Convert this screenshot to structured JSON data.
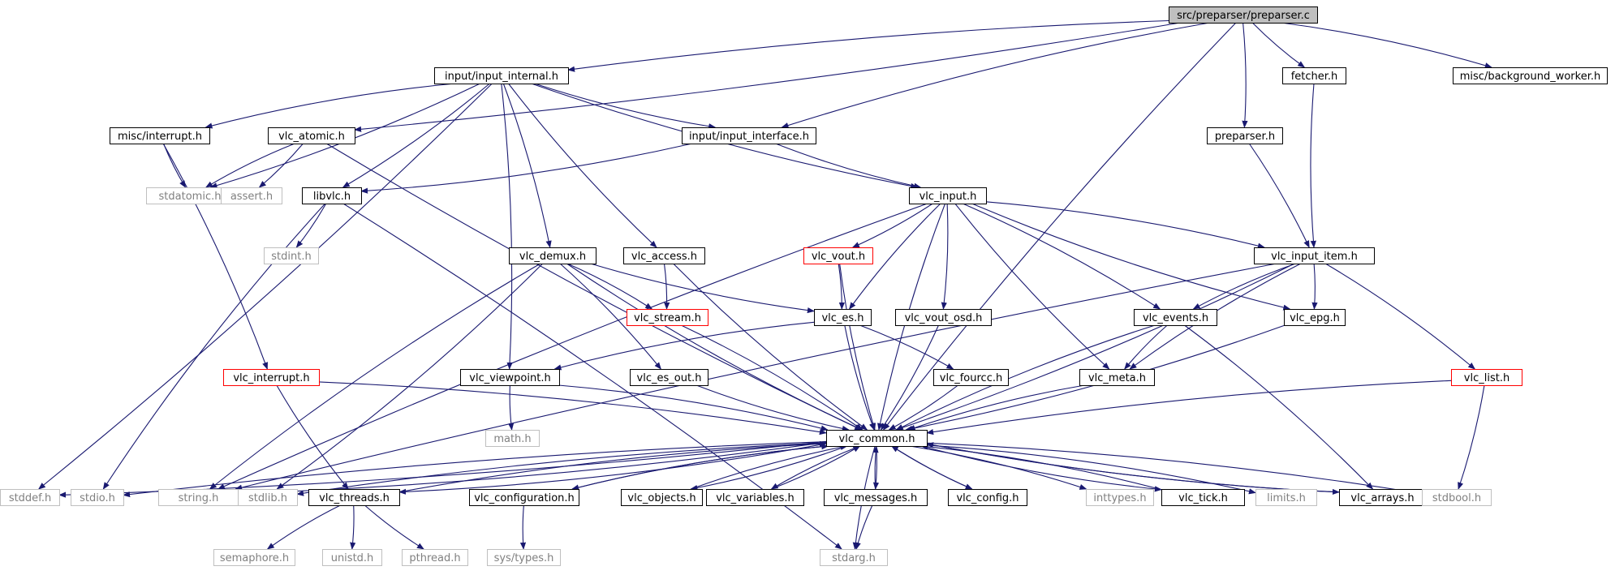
{
  "diagram": {
    "colors": {
      "edge": "#191970",
      "node_border": "#000000",
      "root_fill": "#bfbfbf",
      "missing_border": "#bfbfbf",
      "missing_text": "#808080",
      "truncated_border": "#ff0000",
      "node_fill": "#ffffff",
      "text": "#000000"
    },
    "nodes": [
      {
        "id": "root",
        "label": "src/preparser/preparser.c",
        "kind": "root"
      },
      {
        "id": "input_internal",
        "label": "input/input_internal.h",
        "kind": "normal"
      },
      {
        "id": "fetcher",
        "label": "fetcher.h",
        "kind": "normal"
      },
      {
        "id": "background_worker",
        "label": "misc/background_worker.h",
        "kind": "normal"
      },
      {
        "id": "misc_interrupt",
        "label": "misc/interrupt.h",
        "kind": "normal"
      },
      {
        "id": "vlc_atomic",
        "label": "vlc_atomic.h",
        "kind": "normal"
      },
      {
        "id": "input_interface",
        "label": "input/input_interface.h",
        "kind": "normal"
      },
      {
        "id": "preparser_h",
        "label": "preparser.h",
        "kind": "normal"
      },
      {
        "id": "stdatomic",
        "label": "stdatomic.h",
        "kind": "missing"
      },
      {
        "id": "assert",
        "label": "assert.h",
        "kind": "missing"
      },
      {
        "id": "libvlc",
        "label": "libvlc.h",
        "kind": "normal"
      },
      {
        "id": "vlc_input",
        "label": "vlc_input.h",
        "kind": "normal"
      },
      {
        "id": "stdint",
        "label": "stdint.h",
        "kind": "missing"
      },
      {
        "id": "vlc_demux",
        "label": "vlc_demux.h",
        "kind": "normal"
      },
      {
        "id": "vlc_access",
        "label": "vlc_access.h",
        "kind": "normal"
      },
      {
        "id": "vlc_vout",
        "label": "vlc_vout.h",
        "kind": "truncated"
      },
      {
        "id": "vlc_input_item",
        "label": "vlc_input_item.h",
        "kind": "normal"
      },
      {
        "id": "vlc_stream",
        "label": "vlc_stream.h",
        "kind": "truncated"
      },
      {
        "id": "vlc_es",
        "label": "vlc_es.h",
        "kind": "normal"
      },
      {
        "id": "vlc_vout_osd",
        "label": "vlc_vout_osd.h",
        "kind": "normal"
      },
      {
        "id": "vlc_events",
        "label": "vlc_events.h",
        "kind": "normal"
      },
      {
        "id": "vlc_epg",
        "label": "vlc_epg.h",
        "kind": "normal"
      },
      {
        "id": "vlc_interrupt",
        "label": "vlc_interrupt.h",
        "kind": "truncated"
      },
      {
        "id": "vlc_viewpoint",
        "label": "vlc_viewpoint.h",
        "kind": "normal"
      },
      {
        "id": "vlc_es_out",
        "label": "vlc_es_out.h",
        "kind": "normal"
      },
      {
        "id": "vlc_fourcc",
        "label": "vlc_fourcc.h",
        "kind": "normal"
      },
      {
        "id": "vlc_meta",
        "label": "vlc_meta.h",
        "kind": "normal"
      },
      {
        "id": "vlc_list",
        "label": "vlc_list.h",
        "kind": "truncated"
      },
      {
        "id": "math",
        "label": "math.h",
        "kind": "missing"
      },
      {
        "id": "vlc_common",
        "label": "vlc_common.h",
        "kind": "normal"
      },
      {
        "id": "stddef",
        "label": "stddef.h",
        "kind": "missing"
      },
      {
        "id": "stdio",
        "label": "stdio.h",
        "kind": "missing"
      },
      {
        "id": "string",
        "label": "string.h",
        "kind": "missing"
      },
      {
        "id": "stdlib",
        "label": "stdlib.h",
        "kind": "missing"
      },
      {
        "id": "vlc_threads",
        "label": "vlc_threads.h",
        "kind": "normal"
      },
      {
        "id": "vlc_configuration",
        "label": "vlc_configuration.h",
        "kind": "normal"
      },
      {
        "id": "vlc_objects",
        "label": "vlc_objects.h",
        "kind": "normal"
      },
      {
        "id": "vlc_variables",
        "label": "vlc_variables.h",
        "kind": "normal"
      },
      {
        "id": "vlc_messages",
        "label": "vlc_messages.h",
        "kind": "normal"
      },
      {
        "id": "vlc_config",
        "label": "vlc_config.h",
        "kind": "normal"
      },
      {
        "id": "inttypes",
        "label": "inttypes.h",
        "kind": "missing"
      },
      {
        "id": "vlc_tick",
        "label": "vlc_tick.h",
        "kind": "normal"
      },
      {
        "id": "limits",
        "label": "limits.h",
        "kind": "missing"
      },
      {
        "id": "vlc_arrays",
        "label": "vlc_arrays.h",
        "kind": "normal"
      },
      {
        "id": "stdbool",
        "label": "stdbool.h",
        "kind": "missing"
      },
      {
        "id": "semaphore",
        "label": "semaphore.h",
        "kind": "missing"
      },
      {
        "id": "unistd",
        "label": "unistd.h",
        "kind": "missing"
      },
      {
        "id": "pthread",
        "label": "pthread.h",
        "kind": "missing"
      },
      {
        "id": "sys_types",
        "label": "sys/types.h",
        "kind": "missing"
      },
      {
        "id": "stdarg",
        "label": "stdarg.h",
        "kind": "missing"
      }
    ],
    "edges": [
      [
        "root",
        "input_internal"
      ],
      [
        "root",
        "vlc_atomic"
      ],
      [
        "root",
        "input_interface"
      ],
      [
        "root",
        "preparser_h"
      ],
      [
        "root",
        "fetcher"
      ],
      [
        "root",
        "background_worker"
      ],
      [
        "root",
        "vlc_common"
      ],
      [
        "input_internal",
        "stddef"
      ],
      [
        "input_internal",
        "misc_interrupt"
      ],
      [
        "input_internal",
        "stdatomic"
      ],
      [
        "input_internal",
        "input_interface"
      ],
      [
        "input_internal",
        "libvlc"
      ],
      [
        "input_internal",
        "vlc_input"
      ],
      [
        "input_internal",
        "vlc_demux"
      ],
      [
        "input_internal",
        "vlc_access"
      ],
      [
        "input_internal",
        "vlc_viewpoint"
      ],
      [
        "fetcher",
        "vlc_input_item"
      ],
      [
        "preparser_h",
        "vlc_input_item"
      ],
      [
        "misc_interrupt",
        "stdatomic"
      ],
      [
        "misc_interrupt",
        "vlc_interrupt"
      ],
      [
        "vlc_atomic",
        "stdatomic"
      ],
      [
        "vlc_atomic",
        "assert"
      ],
      [
        "vlc_atomic",
        "vlc_common"
      ],
      [
        "input_interface",
        "libvlc"
      ],
      [
        "input_interface",
        "vlc_input"
      ],
      [
        "libvlc",
        "stdint"
      ],
      [
        "libvlc",
        "stdio"
      ],
      [
        "libvlc",
        "stdarg"
      ],
      [
        "vlc_input",
        "string"
      ],
      [
        "vlc_input",
        "vlc_vout"
      ],
      [
        "vlc_input",
        "vlc_es"
      ],
      [
        "vlc_input",
        "vlc_vout_osd"
      ],
      [
        "vlc_input",
        "vlc_meta"
      ],
      [
        "vlc_input",
        "vlc_events"
      ],
      [
        "vlc_input",
        "vlc_epg"
      ],
      [
        "vlc_input",
        "vlc_input_item"
      ],
      [
        "vlc_input",
        "vlc_common"
      ],
      [
        "vlc_demux",
        "stdlib"
      ],
      [
        "vlc_demux",
        "string"
      ],
      [
        "vlc_demux",
        "vlc_stream"
      ],
      [
        "vlc_demux",
        "vlc_es"
      ],
      [
        "vlc_demux",
        "vlc_es_out"
      ],
      [
        "vlc_demux",
        "vlc_common"
      ],
      [
        "vlc_access",
        "vlc_stream"
      ],
      [
        "vlc_access",
        "vlc_common"
      ],
      [
        "vlc_vout",
        "vlc_es"
      ],
      [
        "vlc_vout",
        "vlc_common"
      ],
      [
        "vlc_stream",
        "vlc_common"
      ],
      [
        "vlc_es",
        "vlc_viewpoint"
      ],
      [
        "vlc_es",
        "vlc_fourcc"
      ],
      [
        "vlc_es",
        "vlc_common"
      ],
      [
        "vlc_vout_osd",
        "vlc_common"
      ],
      [
        "vlc_input_item",
        "vlc_events"
      ],
      [
        "vlc_input_item",
        "vlc_epg"
      ],
      [
        "vlc_input_item",
        "vlc_meta"
      ],
      [
        "vlc_input_item",
        "vlc_list"
      ],
      [
        "vlc_input_item",
        "string"
      ],
      [
        "vlc_input_item",
        "vlc_common"
      ],
      [
        "vlc_events",
        "vlc_meta"
      ],
      [
        "vlc_events",
        "vlc_arrays"
      ],
      [
        "vlc_events",
        "vlc_common"
      ],
      [
        "vlc_epg",
        "vlc_common"
      ],
      [
        "vlc_interrupt",
        "vlc_threads"
      ],
      [
        "vlc_interrupt",
        "vlc_common"
      ],
      [
        "vlc_viewpoint",
        "math"
      ],
      [
        "vlc_viewpoint",
        "vlc_common"
      ],
      [
        "vlc_es_out",
        "vlc_common"
      ],
      [
        "vlc_fourcc",
        "vlc_common"
      ],
      [
        "vlc_meta",
        "vlc_common"
      ],
      [
        "vlc_list",
        "stdbool"
      ],
      [
        "vlc_list",
        "vlc_common"
      ],
      [
        "vlc_common",
        "stddef"
      ],
      [
        "vlc_common",
        "stdio"
      ],
      [
        "vlc_common",
        "string"
      ],
      [
        "vlc_common",
        "stdlib"
      ],
      [
        "vlc_common",
        "vlc_threads"
      ],
      [
        "vlc_common",
        "vlc_configuration"
      ],
      [
        "vlc_common",
        "vlc_objects"
      ],
      [
        "vlc_common",
        "vlc_variables"
      ],
      [
        "vlc_common",
        "vlc_messages"
      ],
      [
        "vlc_common",
        "vlc_config"
      ],
      [
        "vlc_common",
        "inttypes"
      ],
      [
        "vlc_common",
        "vlc_tick"
      ],
      [
        "vlc_common",
        "limits"
      ],
      [
        "vlc_common",
        "vlc_arrays"
      ],
      [
        "vlc_common",
        "stdbool"
      ],
      [
        "vlc_common",
        "stdarg"
      ],
      [
        "vlc_threads",
        "vlc_common"
      ],
      [
        "vlc_threads",
        "semaphore"
      ],
      [
        "vlc_threads",
        "unistd"
      ],
      [
        "vlc_threads",
        "pthread"
      ],
      [
        "vlc_configuration",
        "vlc_common"
      ],
      [
        "vlc_configuration",
        "sys_types"
      ],
      [
        "vlc_objects",
        "vlc_common"
      ],
      [
        "vlc_variables",
        "vlc_common"
      ],
      [
        "vlc_messages",
        "vlc_common"
      ],
      [
        "vlc_messages",
        "stdarg"
      ],
      [
        "vlc_config",
        "vlc_common"
      ],
      [
        "vlc_tick",
        "vlc_common"
      ],
      [
        "vlc_arrays",
        "vlc_common"
      ]
    ]
  }
}
